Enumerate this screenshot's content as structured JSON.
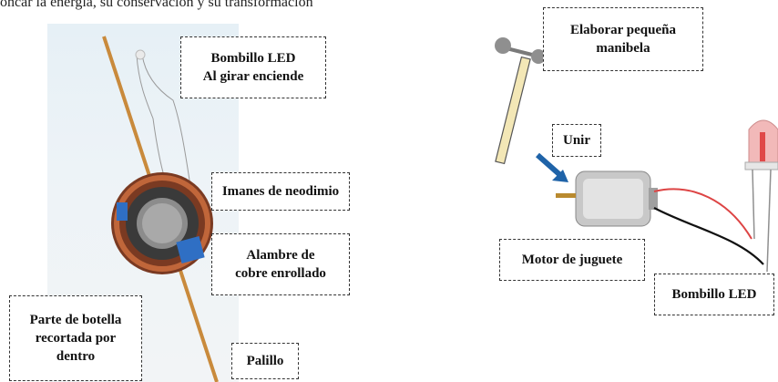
{
  "heading": "oncar la energía, su conservación y su transformación",
  "left_figure": {
    "led_label": "Bombillo LED\nAl girar enciende",
    "magnets_label": "Imanes de neodimio",
    "wire_label": "Alambre de\ncobre enrollado",
    "bottle_label": "Parte de botella\nrecortada por\ndentro",
    "stick_label": "Palillo"
  },
  "right_figure": {
    "crank_label": "Elaborar pequeña\nmanibela",
    "join_label": "Unir",
    "motor_label": "Motor de juguete",
    "led_label": "Bombillo LED"
  },
  "colors": {
    "stick": "#c98a3c",
    "copper_wire": "#b5532a",
    "tape_blue": "#2f6fc4",
    "arrow_blue": "#1f63a8",
    "led_red": "#e04848"
  }
}
